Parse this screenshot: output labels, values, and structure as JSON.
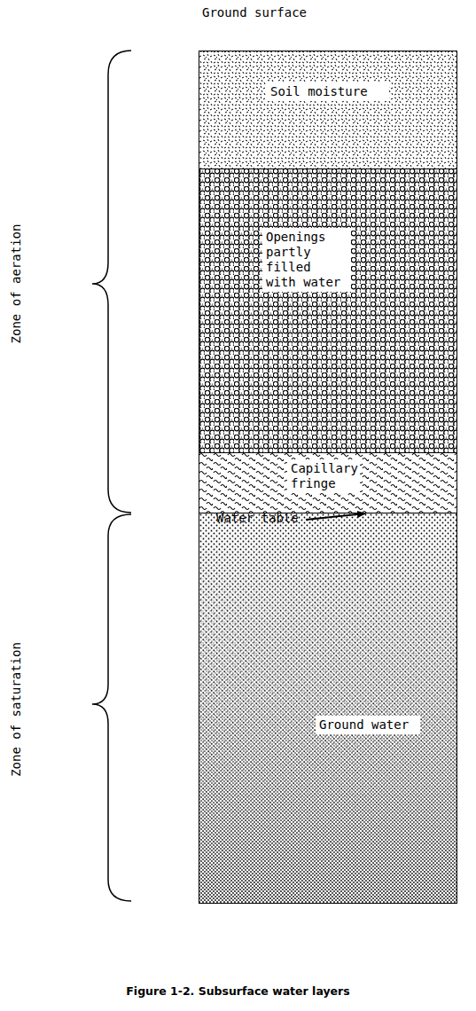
{
  "diagram": {
    "caption": "Figure 1-2. Subsurface water layers",
    "nodes": [
      {
        "text": [
          "Soil moisture"
        ]
      },
      {
        "text": [
          "Openings partly filled with water"
        ]
      },
      {
        "text": [
          "Capillary fringe"
        ]
      },
      {
        "text": [
          "Ground water"
        ]
      }
    ],
    "labels": [
      "Ground surface",
      "Zone of aeration",
      "Zone of saturation",
      "Water table"
    ]
  }
}
